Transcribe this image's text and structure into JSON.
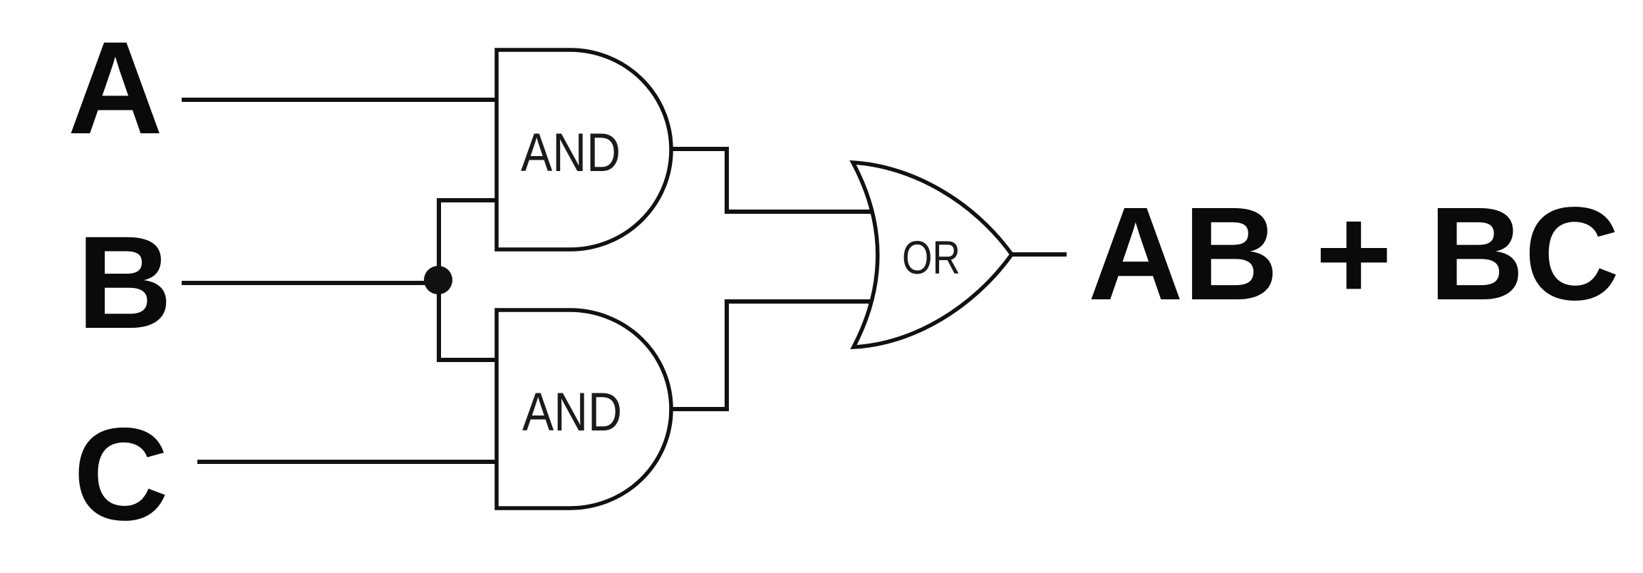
{
  "diagram": {
    "type": "logic-circuit",
    "background_color": "#ffffff",
    "line_color": "#111111",
    "text_color": "#0a0a0a",
    "inputs": [
      {
        "id": "A",
        "label": "A"
      },
      {
        "id": "B",
        "label": "B"
      },
      {
        "id": "C",
        "label": "C"
      }
    ],
    "gates": [
      {
        "id": "and1",
        "type": "AND",
        "label": "AND",
        "inputs": [
          "A",
          "B"
        ]
      },
      {
        "id": "and2",
        "type": "AND",
        "label": "AND",
        "inputs": [
          "B",
          "C"
        ]
      },
      {
        "id": "or1",
        "type": "OR",
        "label": "OR",
        "inputs": [
          "and1",
          "and2"
        ]
      }
    ],
    "output": {
      "label": "AB + BC"
    }
  }
}
